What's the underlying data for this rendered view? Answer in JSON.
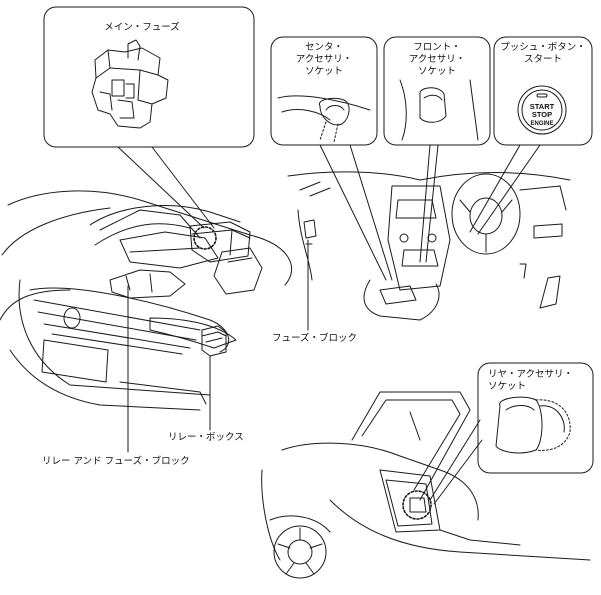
{
  "callouts": {
    "main_fuse": "メイン・フューズ",
    "center_socket": "センタ・\nアクセサリ・\nソケット",
    "front_socket": "フロント・\nアクセサリ・\nソケット",
    "push_button_start": "プッシュ・ボタン・\nスタート",
    "rear_socket": "リヤ・アクセサリ・\nソケット"
  },
  "labels": {
    "fuse_block": "フューズ・ブロック",
    "relay_box": "リレー・ボックス",
    "relay_and_fuse_block": "リレー アンド フューズ・ブロック"
  },
  "start_button": {
    "line1": "START",
    "line2": "STOP",
    "line3": "ENGINE"
  },
  "colors": {
    "line": "#1a1a1a",
    "background": "#ffffff"
  }
}
